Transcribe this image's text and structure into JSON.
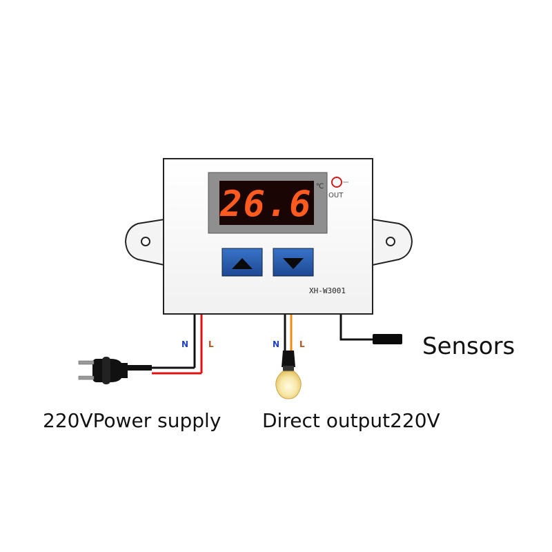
{
  "device": {
    "display_value": "26.6",
    "unit": "℃",
    "out_label": "OUT",
    "model": "XH-W3001"
  },
  "wires": {
    "power_n": "N",
    "power_l": "L",
    "output_n": "N",
    "output_l": "L"
  },
  "labels": {
    "sensors": "Sensors",
    "power_supply": "220VPower supply",
    "direct_output": "Direct output220V"
  },
  "colors": {
    "display_digits": "#ff5a1f",
    "display_bg": "#1a0505",
    "button_blue": "#2456a8",
    "wire_red": "#e01010",
    "wire_black": "#111111",
    "wire_orange": "#f08a10",
    "wire_label_n": "#1f3fbf",
    "wire_label_l": "#b5521a",
    "indicator_led": "#d01818"
  }
}
